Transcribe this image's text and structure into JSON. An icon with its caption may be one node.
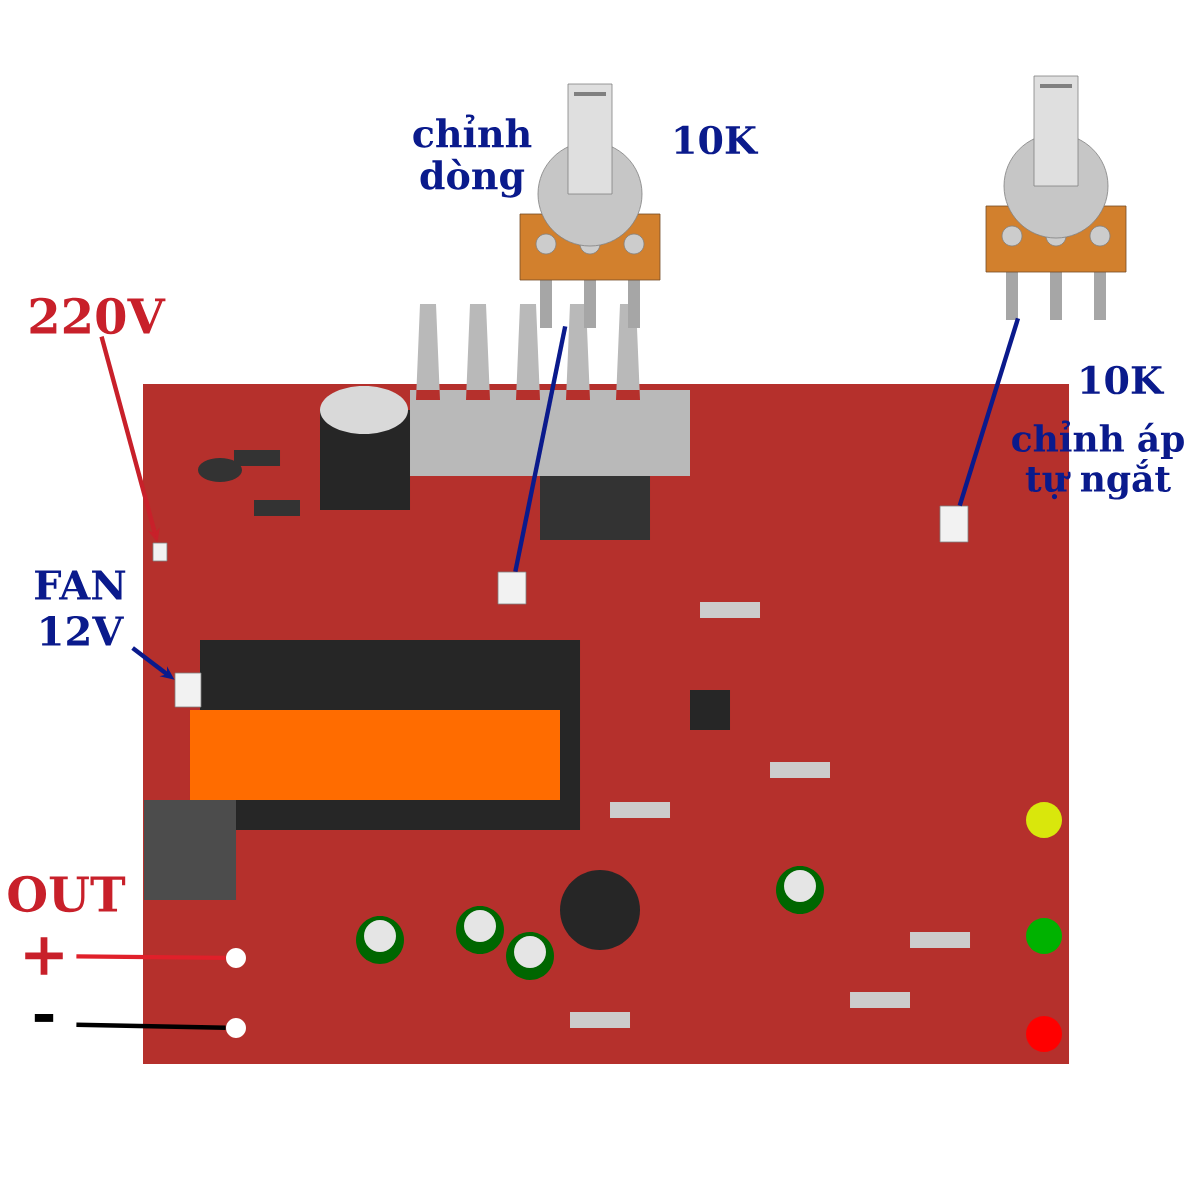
{
  "diagram": {
    "nodes": [
      {
        "text": [
          "220V"
        ]
      },
      {
        "text": [],
        "shape": "picture"
      },
      {
        "text": [],
        "shape": "box",
        "in": 1
      },
      {
        "text": [
          "FAN 12V"
        ]
      },
      {
        "text": [],
        "shape": "box",
        "in": 1
      },
      {
        "text": [],
        "shape": "picture",
        "beside": [
          "chỉnh dòng",
          "10K"
        ]
      },
      {
        "text": [],
        "shape": "box",
        "in": 1
      },
      {
        "text": [],
        "shape": "picture",
        "beside": [
          "10K",
          "chỉnh áp tự ngắt"
        ]
      },
      {
        "text": [],
        "shape": "box",
        "in": 1
      },
      {
        "text": [
          "+"
        ]
      },
      {
        "text": [],
        "shape": "circle",
        "in": 1
      },
      {
        "text": [
          "-"
        ]
      },
      {
        "text": [],
        "shape": "circle",
        "in": 1
      }
    ],
    "edges": [
      {
        "from": 0,
        "to": 2,
        "arrow": "to",
        "color": "#c8202a"
      },
      {
        "from": 3,
        "to": 4,
        "arrow": "to",
        "color": "#0a1a8c"
      },
      {
        "from": 5,
        "to": 6,
        "arrow": "none",
        "color": "#0a1a8c"
      },
      {
        "from": 7,
        "to": 8,
        "arrow": "none",
        "color": "#0a1a8c"
      },
      {
        "from": 9,
        "to": 10,
        "arrow": "none",
        "color": "#e0202a"
      },
      {
        "from": 11,
        "to": 12,
        "arrow": "none",
        "color": "#000000"
      }
    ],
    "labels": [
      "OUT"
    ]
  }
}
